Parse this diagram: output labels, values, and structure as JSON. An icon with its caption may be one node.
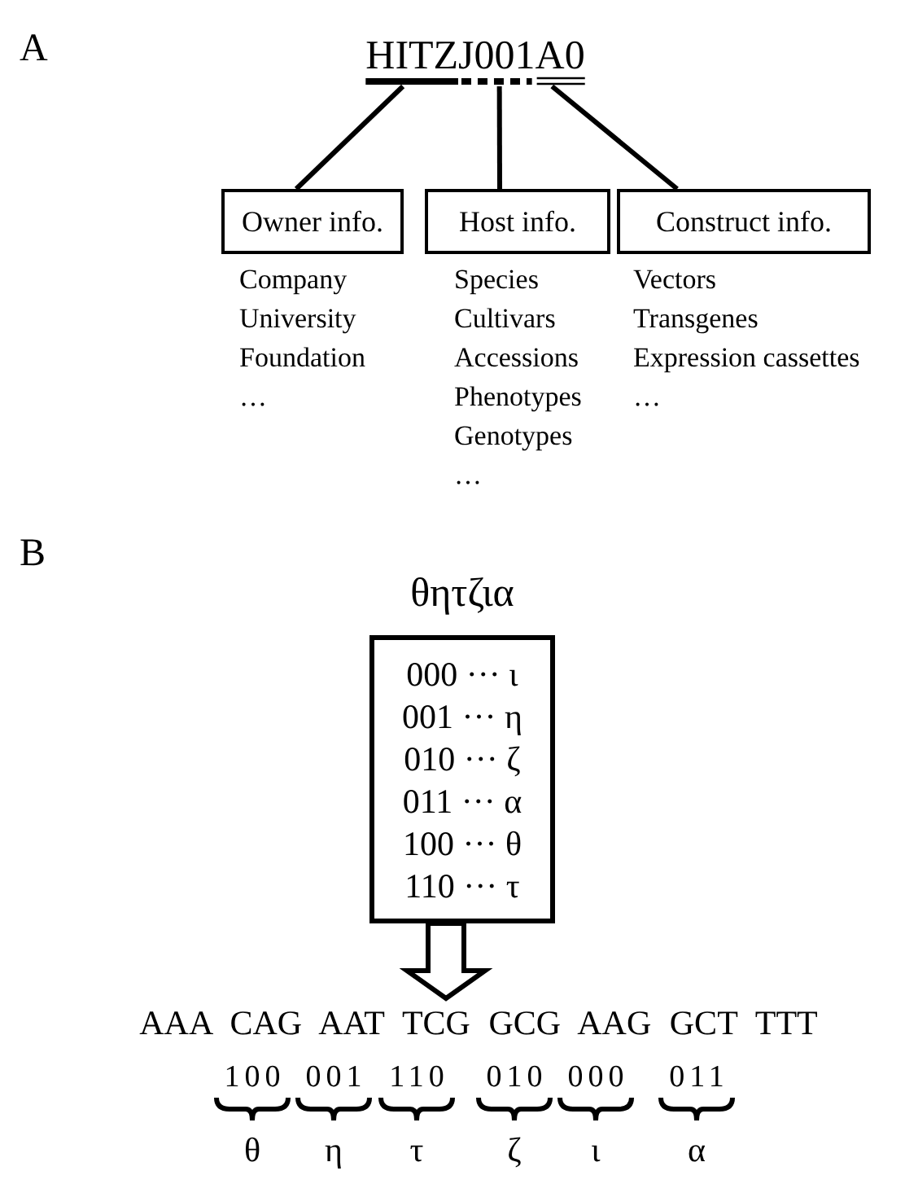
{
  "diagram": {
    "nodes": [
      {
        "text": [
          "HITZJ001A0"
        ]
      },
      {
        "text": [
          "Owner info."
        ],
        "beside": [
          "Company",
          "University",
          "Foundation",
          "…"
        ]
      },
      {
        "text": [
          "Host info."
        ],
        "beside": [
          "Species",
          "Cultivars",
          "Accessions",
          "Phenotypes",
          "Genotypes",
          "…"
        ]
      },
      {
        "text": [
          "Construct info."
        ],
        "beside": [
          "Vectors",
          "Transgenes",
          "Expression cassettes",
          "…"
        ]
      },
      {
        "text": [
          "θητζια",
          "000 ··· ι",
          "001 ··· η",
          "010 ··· ζ",
          "011 ··· α",
          "100 ··· θ",
          "110 ··· τ"
        ]
      },
      {
        "text": [
          "AAA CAG AAT TCG GCG AAG GCT TTT"
        ]
      }
    ],
    "edges": [
      {
        "from": 0,
        "to": 1,
        "arrow": "none"
      },
      {
        "from": 0,
        "to": 2,
        "arrow": "none"
      },
      {
        "from": 0,
        "to": 3,
        "arrow": "none"
      },
      {
        "from": 4,
        "to": 5,
        "arrow": "to"
      }
    ],
    "labels": [
      "A",
      "B",
      "100",
      "001",
      "110",
      "010",
      "000",
      "011",
      "θ",
      "η",
      "τ",
      "ζ",
      "ι",
      "α"
    ]
  }
}
